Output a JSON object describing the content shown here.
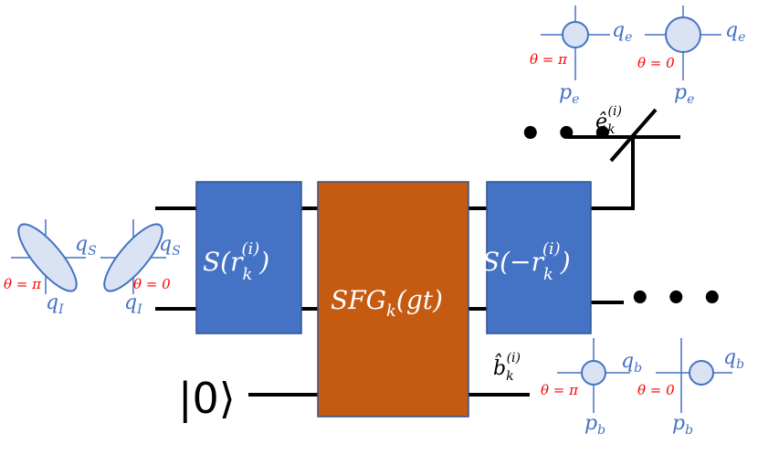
{
  "wavefunctions": {
    "signal_idler_pi": {
      "qs": "q",
      "qs_sub": "S",
      "qi": "q",
      "qi_sub": "I",
      "theta": "θ = π"
    },
    "signal_idler_0": {
      "qs": "q",
      "qs_sub": "S",
      "qi": "q",
      "qi_sub": "I",
      "theta": "θ = 0"
    },
    "e_pi": {
      "q": "q",
      "q_sub": "e",
      "p": "p",
      "p_sub": "e",
      "theta": "θ = π"
    },
    "e_0": {
      "q": "q",
      "q_sub": "e",
      "p": "p",
      "p_sub": "e",
      "theta": "θ = 0"
    },
    "b_pi": {
      "q": "q",
      "q_sub": "b",
      "p": "p",
      "p_sub": "b",
      "theta": "θ = π"
    },
    "b_0": {
      "q": "q",
      "q_sub": "b",
      "p": "p",
      "p_sub": "b",
      "theta": "θ = 0"
    }
  },
  "gates": {
    "squeeze_in": {
      "pre": "S(r",
      "sub": "k",
      "sup": "(i)",
      "post": ")"
    },
    "sfg": {
      "pre": "SFG",
      "sub": "k",
      "post": "(gt)"
    },
    "squeeze_out": {
      "pre": "S(−r",
      "sub": "k",
      "sup": "(i)",
      "post": ")"
    }
  },
  "modes": {
    "e_hat": {
      "base": "ê",
      "sub": "k",
      "sup": "(i)"
    },
    "b_hat": {
      "base": "b̂",
      "sub": "k",
      "sup": "(i)"
    }
  },
  "vacuum_ket": "|0⟩",
  "ellipsis_top": "• • •",
  "ellipsis_mid": "• • •"
}
